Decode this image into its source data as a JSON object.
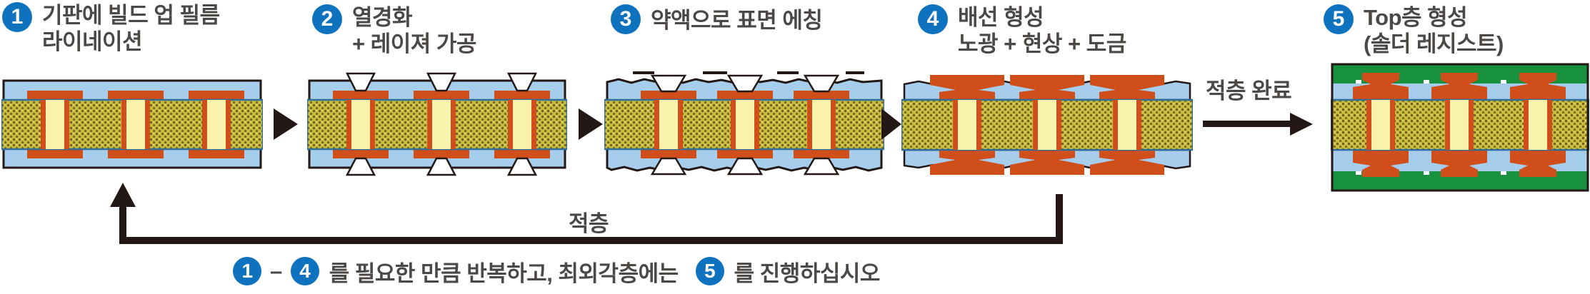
{
  "steps": [
    {
      "num": "1",
      "line1": "기판에 빌드 업 필름",
      "line2": "라이네이션"
    },
    {
      "num": "2",
      "line1": "열경화",
      "line2": "+ 레이져 가공"
    },
    {
      "num": "3",
      "line1": "약액으로 표면 에칭",
      "line2": ""
    },
    {
      "num": "4",
      "line1": "배선 형성",
      "line2": "노광 + 현상 + 도금"
    },
    {
      "num": "5",
      "line1": "Top층 형성",
      "line2": "(솔더 레지스트)"
    }
  ],
  "flow": {
    "lamination_complete": "적층 완료",
    "lamination_loop": "적층"
  },
  "footer": {
    "badge_from": "1",
    "dash": "–",
    "badge_to": "4",
    "middle": "를 필요한 만큼 반복하고, 최외각층에는",
    "badge_final": "5",
    "suffix": "를 진행하십시오"
  },
  "colors": {
    "badge_blue": "#0e72bf",
    "text_gray": "#4b4846",
    "film_blue": "#a6cdec",
    "copper_orange": "#cf4e1a",
    "via_fill": "#f8f2ac",
    "core_olive": "#c4be40",
    "core_speckle": "#7d5b1f",
    "resist_green": "#18913f",
    "outline_dark": "#231815"
  }
}
